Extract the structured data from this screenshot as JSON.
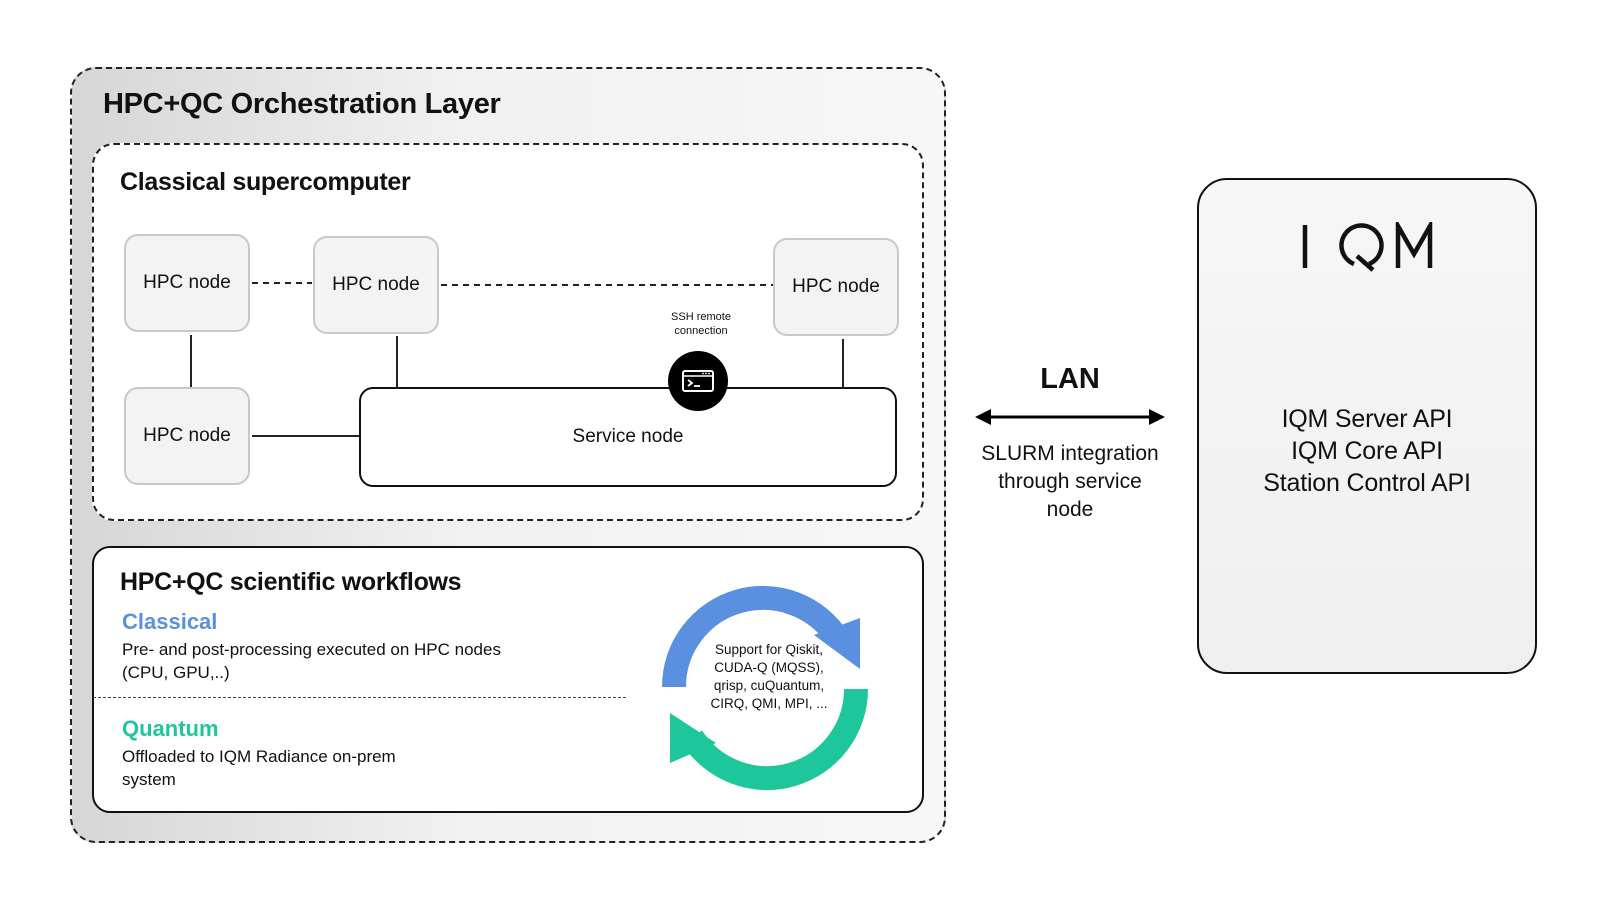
{
  "orchestration": {
    "title": "HPC+QC Orchestration Layer"
  },
  "supercomputer": {
    "title": "Classical supercomputer",
    "nodes": [
      "HPC node",
      "HPC node",
      "HPC node",
      "HPC node"
    ],
    "service_node": "Service node",
    "ssh_label": "SSH remote connection",
    "ssh_icon": "terminal-icon"
  },
  "workflows": {
    "title": "HPC+QC scientific workflows",
    "classical": {
      "title": "Classical",
      "description": "Pre- and post-processing executed on HPC nodes (CPU, GPU,..)",
      "color": "#5b8fe0"
    },
    "quantum": {
      "title": "Quantum",
      "description": "Offloaded to IQM Radiance on-prem system",
      "color": "#1ec79b"
    },
    "cycle_text": "Support for Qiskit, CUDA-Q (MQSS), qrisp, cuQuantum, CIRQ, QMI, MPI, ..."
  },
  "connection": {
    "label": "LAN",
    "description": "SLURM integration through service node"
  },
  "iqm": {
    "logo": "IQM",
    "apis": [
      "IQM Server API",
      "IQM Core API",
      "Station Control API"
    ]
  }
}
